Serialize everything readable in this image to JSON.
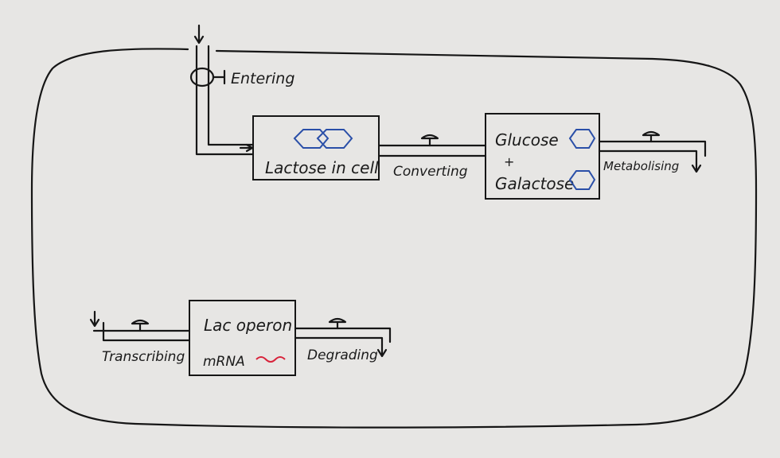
{
  "labels": {
    "entering": "Entering",
    "lactose_in_cell": "Lactose in cell",
    "converting": "Converting",
    "glucose": "Glucose",
    "plus": "+",
    "galactose": "Galactose",
    "metabolising": "Metabolising",
    "lac_operon": "Lac operon",
    "mrna": "mRNA",
    "transcribing": "Transcribing",
    "degrading": "Degrading"
  },
  "colors": {
    "ink": "#161616",
    "background": "#e7e6e4",
    "molecule": "#2a4fa8",
    "mrna": "#d8223a"
  },
  "icons": [
    "valve-icon",
    "hexagon-icon",
    "arrow-icon",
    "mrna-squiggle-icon"
  ]
}
